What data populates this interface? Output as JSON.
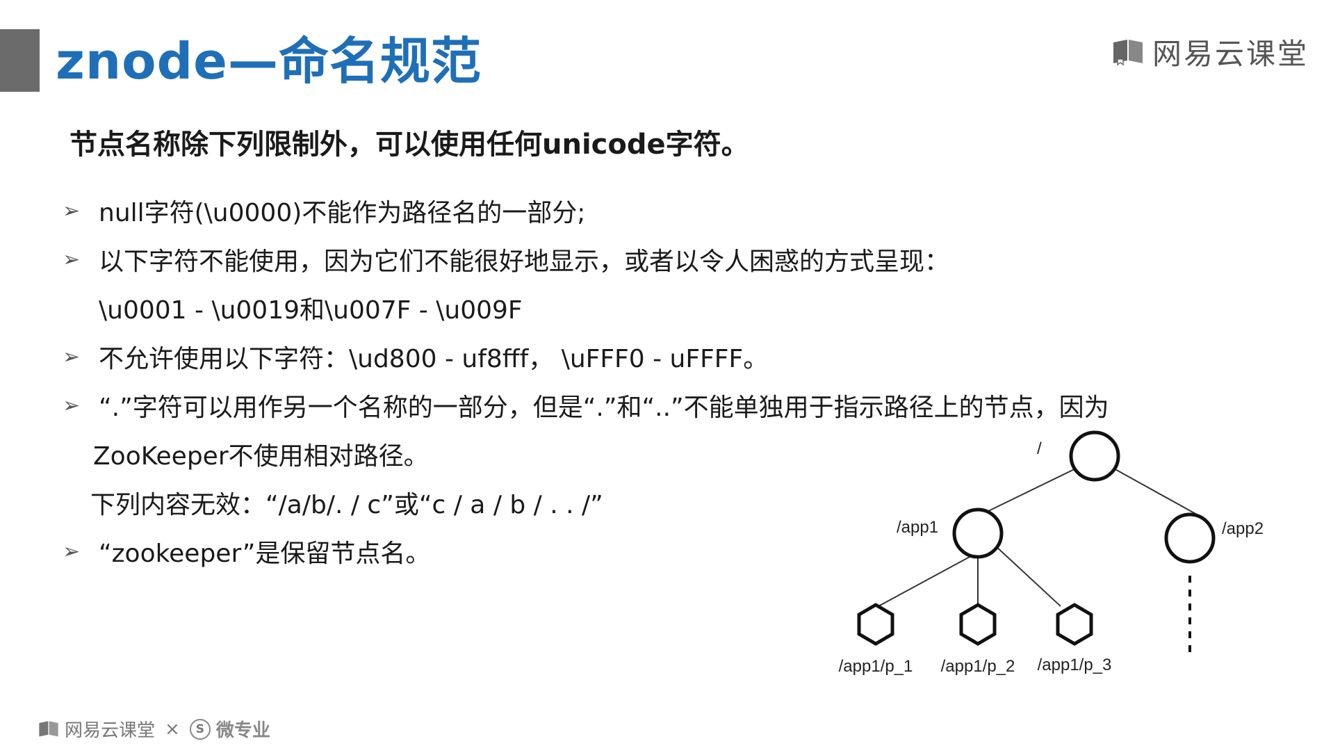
{
  "title": "znode—命名规范",
  "brand": {
    "text": "网易云课堂"
  },
  "subtitle": "节点名称除下列限制外，可以使用任何unicode字符。",
  "bullets": [
    "null字符(\\u0000)不能作为路径名的一部分;",
    "以下字符不能使用，因为它们不能很好地显示，或者以令人困惑的方式呈现：",
    "\\u0001 - \\u0019和\\u007F - \\u009F",
    "不允许使用以下字符：\\ud800 - uf8fff， \\uFFF0 - uFFFF。",
    "“.”字符可以用作另一个名称的一部分，但是“.”和“..”不能单独用于指示路径上的节点，因为",
    "ZooKeeper不使用相对路径。",
    "下列内容无效：“/a/b/. / c”或“c / a / b / . . /”",
    "“zookeeper”是保留节点名。"
  ],
  "tree": {
    "root": "/",
    "app1": "/app1",
    "app2": "/app2",
    "p1": "/app1/p_1",
    "p2": "/app1/p_2",
    "p3": "/app1/p_3"
  },
  "footer": {
    "brand": "网易云课堂",
    "separator": "×",
    "partner_mark": "S",
    "partner": "微专业"
  },
  "icons": {
    "brand": "book-icon",
    "arrow": "arrow-bullet-icon"
  },
  "colors": {
    "title": "#1f6fb8",
    "title_bar": "#6b6b6b"
  }
}
